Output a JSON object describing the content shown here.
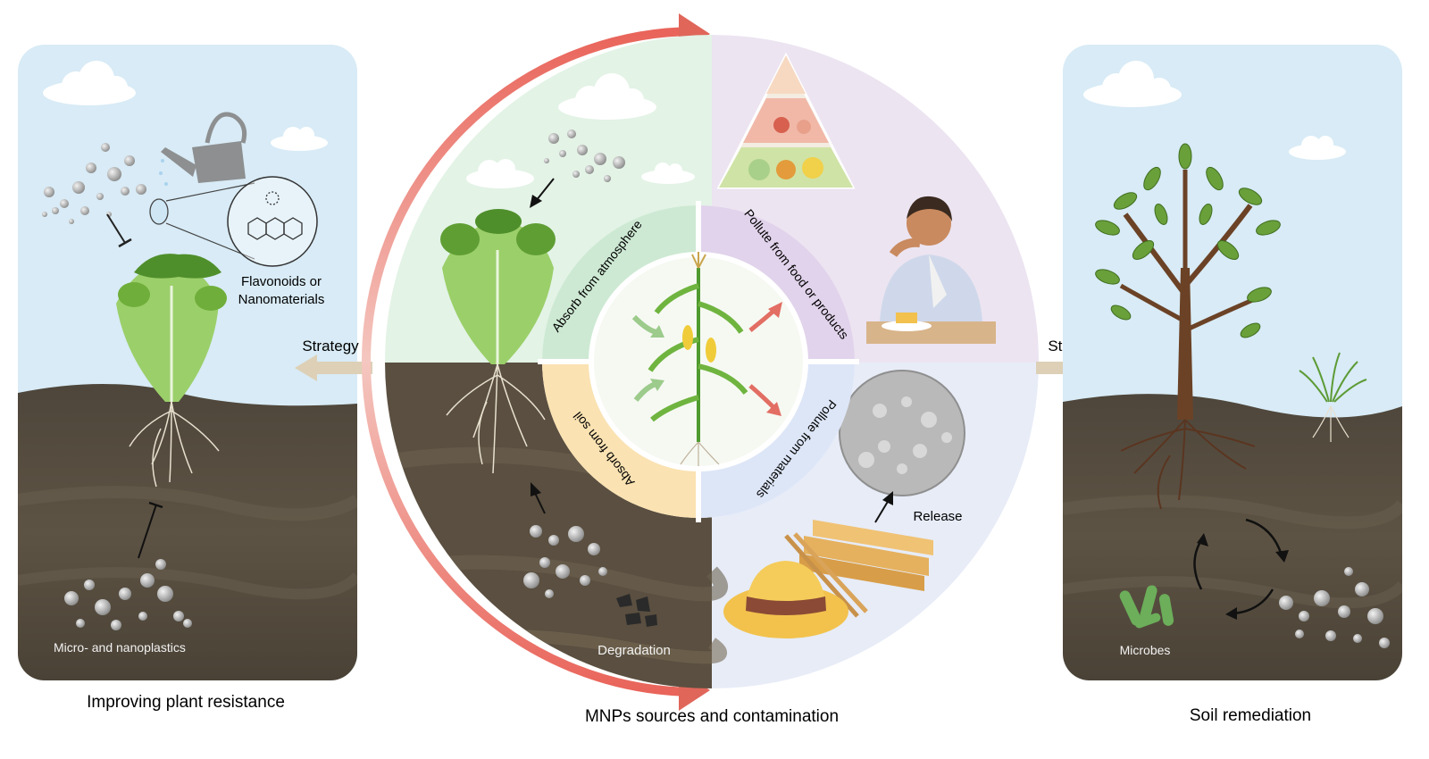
{
  "left_panel": {
    "caption": "Improving plant resistance",
    "strategy_label": "Strategy",
    "treatment_label_line1": "Flavonoids or",
    "treatment_label_line2": "Nanomaterials",
    "particles_label": "Micro- and nanoplastics"
  },
  "center": {
    "caption": "MNPs sources and contamination",
    "quadrants": {
      "top_left": "Absorb from atmosphere",
      "top_right": "Pollute from food or products",
      "bottom_right": "Pollute from materials",
      "bottom_left": "Absorb from soil"
    },
    "release_label": "Release",
    "degradation_label": "Degradation"
  },
  "right_panel": {
    "caption": "Soil remediation",
    "strategy_label": "Strategy",
    "microbes_label": "Microbes"
  },
  "colors": {
    "sky": "#d8ebf6",
    "soil": "#5b5143",
    "cycle_arrow": "#e0665a",
    "atmosphere": "#e3f3e6",
    "food": "#ece4f1",
    "materials": "#e7ecf7",
    "soil_quadrant": "#f8e3bb",
    "leaf": "#7cb342"
  }
}
